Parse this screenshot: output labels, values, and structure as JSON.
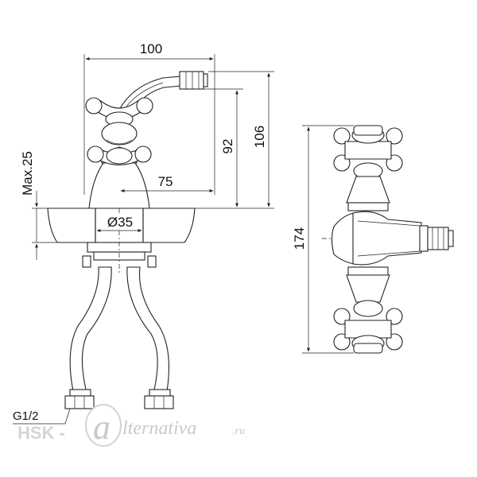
{
  "front_view": {
    "dim_width": "100",
    "dim_height_spout": "92",
    "dim_height_total": "106",
    "dim_reach": "75",
    "dim_diameter": "Ø35",
    "dim_deck_max": "Max.25",
    "thread": "G1/2"
  },
  "side_view": {
    "dim_height": "174"
  },
  "watermark": {
    "brand_prefix": "HSK -",
    "brand_letter": "a",
    "brand_rest": "lternativa",
    "brand_tld": ".ru"
  }
}
